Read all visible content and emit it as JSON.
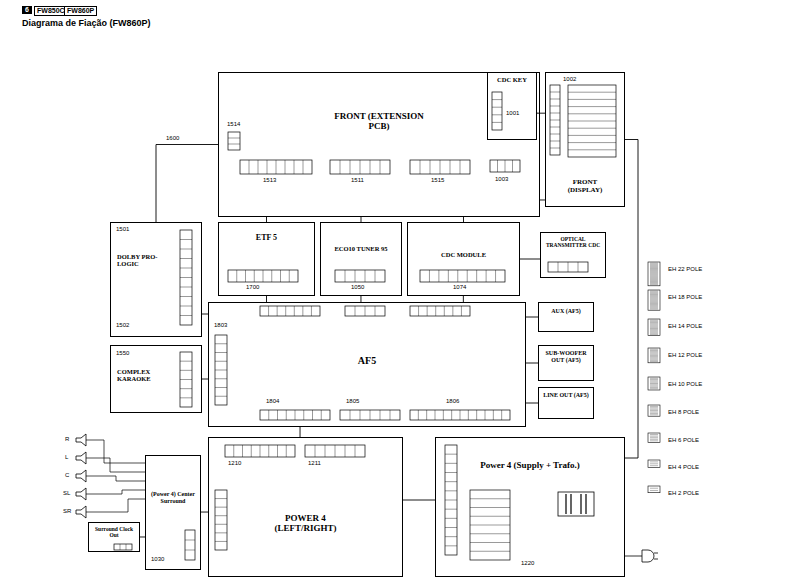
{
  "diagram": {
    "title": "Diagrama de Fiação (FW860P)",
    "nodes": [
      {
        "text": [
          "FRONT (EXTENSION PCB)"
        ]
      },
      {
        "text": [
          "CDC KEY"
        ],
        "in": 0
      },
      {
        "text": [
          "FRONT (DISPLAY)"
        ]
      },
      {
        "text": [
          "ETF 5"
        ]
      },
      {
        "text": [
          "ECO10 TUNER 95"
        ]
      },
      {
        "text": [
          "CDC MODULE"
        ]
      },
      {
        "text": [
          "OPTICAL TRANSMITTER CDC"
        ]
      },
      {
        "text": [
          "DOLBY PRO-LOGIC"
        ]
      },
      {
        "text": [
          "COMPLEX KARAOKE"
        ]
      },
      {
        "text": [
          "AF5"
        ]
      },
      {
        "text": [
          "AUX (AF5)"
        ]
      },
      {
        "text": [
          "SUB-WOOFER OUT (AF5)"
        ]
      },
      {
        "text": [
          "LINE OUT (AF5)"
        ]
      },
      {
        "text": [
          "POWER 4 (LEFT/RIGHT)"
        ]
      },
      {
        "text": [
          "Power 4 (Supply + Trafo.)"
        ]
      },
      {
        "text": [
          "(Power 4) Center Surround"
        ]
      },
      {
        "text": [
          "Surround Clock Out"
        ]
      }
    ],
    "edges": [
      {
        "from": 1,
        "to": 2,
        "arrow": "none"
      },
      {
        "from": 0,
        "to": 3,
        "arrow": "none"
      },
      {
        "from": 0,
        "to": 4,
        "arrow": "none"
      },
      {
        "from": 0,
        "to": 5,
        "arrow": "none"
      },
      {
        "from": 0,
        "to": 2,
        "arrow": "none"
      },
      {
        "from": 3,
        "to": 9,
        "arrow": "none"
      },
      {
        "from": 4,
        "to": 9,
        "arrow": "none"
      },
      {
        "from": 5,
        "to": 9,
        "arrow": "none"
      },
      {
        "from": 5,
        "to": 6,
        "arrow": "none"
      },
      {
        "from": 7,
        "to": 9,
        "arrow": "none"
      },
      {
        "from": 8,
        "to": 9,
        "arrow": "none"
      },
      {
        "from": 9,
        "to": 10,
        "arrow": "none"
      },
      {
        "from": 9,
        "to": 11,
        "arrow": "none"
      },
      {
        "from": 9,
        "to": 12,
        "arrow": "none"
      },
      {
        "from": 9,
        "to": 13,
        "arrow": "none"
      },
      {
        "from": 13,
        "to": 14,
        "arrow": "none"
      },
      {
        "from": 15,
        "to": 13,
        "arrow": "none"
      },
      {
        "from": 16,
        "to": 15,
        "arrow": "none"
      },
      {
        "from": 0,
        "to": 7,
        "arrow": "none"
      },
      {
        "from": 2,
        "to": 14,
        "arrow": "none"
      }
    ],
    "labels": [
      "6",
      "FW850C",
      "FW860P",
      "1514",
      "1513",
      "1511",
      "1515",
      "1001",
      "1003",
      "1002",
      "1700",
      "1050",
      "1074",
      "1501",
      "1502",
      "1550",
      "1803",
      "1804",
      "1805",
      "1806",
      "1210",
      "1211",
      "1220",
      "1030",
      "R",
      "L",
      "C",
      "SL",
      "SR",
      "1600",
      "EH 22 POLE",
      "EH 18 POLE",
      "EH 14 POLE",
      "EH 12 POLE",
      "EH 10 POLE",
      "EH 8 POLE",
      "EH 6 POLE",
      "EH 4 POLE",
      "EH 2 POLE"
    ]
  }
}
